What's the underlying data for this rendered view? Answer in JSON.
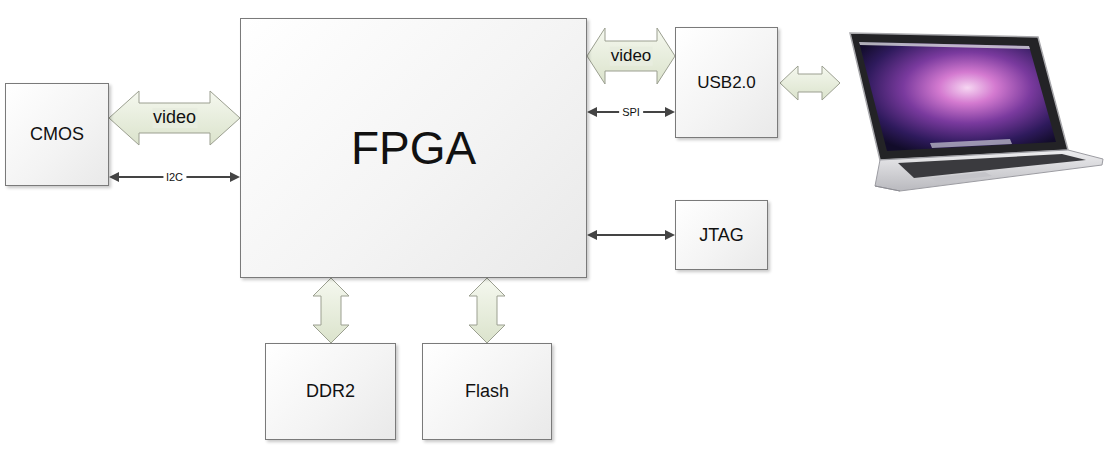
{
  "diagram": {
    "nodes": [
      {
        "text": [
          "CMOS"
        ]
      },
      {
        "text": [
          "FPGA"
        ]
      },
      {
        "text": [
          "USB2.0"
        ]
      },
      {
        "text": [
          "JTAG"
        ]
      },
      {
        "text": [
          "DDR2"
        ]
      },
      {
        "text": [
          "Flash"
        ]
      }
    ],
    "edges": [
      {
        "from": 0,
        "to": 1,
        "label": "video",
        "arrow": "both"
      },
      {
        "from": 0,
        "to": 1,
        "label": "I2C",
        "arrow": "both"
      },
      {
        "from": 1,
        "to": 2,
        "label": "video",
        "arrow": "both"
      },
      {
        "from": 1,
        "to": 2,
        "label": "SPI",
        "arrow": "both"
      },
      {
        "from": 1,
        "to": 3,
        "arrow": "both"
      },
      {
        "from": 1,
        "to": 4,
        "arrow": "both"
      },
      {
        "from": 1,
        "to": 5,
        "arrow": "both"
      }
    ]
  }
}
